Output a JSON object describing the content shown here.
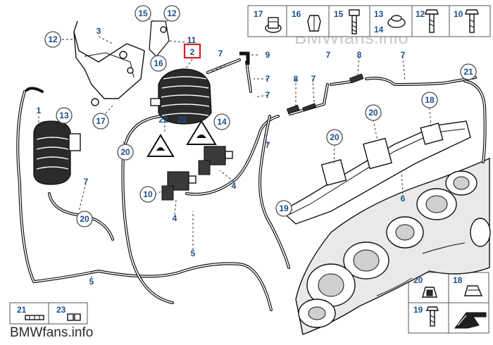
{
  "watermark_top": "BMWfans.info",
  "watermark_bottom": "BMWfans.info",
  "highlighted_label": "2",
  "accent_color": "#d61f1f",
  "label_color": "#1a4e8c",
  "callouts": {
    "c15": "15",
    "c12a": "12",
    "c11": "11",
    "c2": "2",
    "c3": "3",
    "c12b": "12",
    "c16": "16",
    "c1": "1",
    "c13": "13",
    "c17": "17",
    "c22a": "22",
    "c22b": "22",
    "c14": "14",
    "c20a": "20",
    "c7a": "7",
    "c20b": "20",
    "c10": "10",
    "c4a": "4",
    "c4b": "4",
    "c5a": "5",
    "c5b": "5",
    "c7b": "7",
    "c9": "9",
    "c7c": "7",
    "c7d": "7",
    "c7e": "7",
    "c8a": "8",
    "c7f": "7",
    "c8b": "8",
    "c7g": "7",
    "c7h": "7",
    "c21": "21",
    "c18": "18",
    "c20c": "20",
    "c20d": "20",
    "c6": "6",
    "c19": "19"
  },
  "hardware_top": [
    "17",
    "16",
    "15",
    "13",
    "14",
    "12",
    "10"
  ],
  "hardware_bottom_left": [
    "21",
    "23"
  ],
  "hardware_bottom_right": [
    "20",
    "18",
    "19"
  ]
}
